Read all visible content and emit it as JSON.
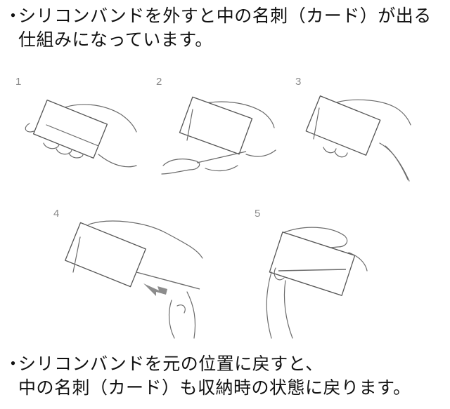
{
  "captions": {
    "top": {
      "bullet": "・",
      "line1": "シリコンバンドを外すと中の名刺（カード）が出る",
      "line2": "仕組みになっています。"
    },
    "bottom": {
      "bullet": "・",
      "line1": "シリコンバンドを元の位置に戻すと、",
      "line2": "中の名刺（カード）も収納時の状態に戻ります。"
    }
  },
  "steps": [
    {
      "number": "1"
    },
    {
      "number": "2"
    },
    {
      "number": "3"
    },
    {
      "number": "4"
    },
    {
      "number": "5"
    }
  ],
  "colors": {
    "text": "#111111",
    "line_art": "#6b6b6b",
    "step_number": "#8a8a8a",
    "arrow": "#8c8c8c"
  }
}
